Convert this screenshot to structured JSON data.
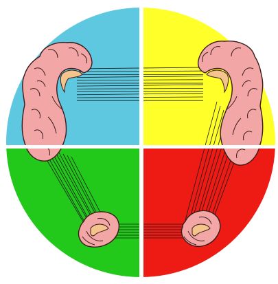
{
  "colors": {
    "background": "#ffffff",
    "quadrant_top_left": "#5ec8e0",
    "quadrant_top_right": "#ffff2a",
    "quadrant_bottom_left": "#22c81a",
    "quadrant_bottom_right": "#ee1a14",
    "divider": "#ffffff",
    "brain_fill": "#f2a6a6",
    "brain_stroke": "#3a1a1a",
    "inner_fill": "#f4c48c",
    "fiber_lines": "#1a1a1a"
  },
  "icons": {
    "left_hemisphere": "brain-hemisphere-left",
    "right_hemisphere": "brain-hemisphere-right",
    "left_lower_structure": "hippocampus-left",
    "right_lower_structure": "hippocampus-right"
  }
}
